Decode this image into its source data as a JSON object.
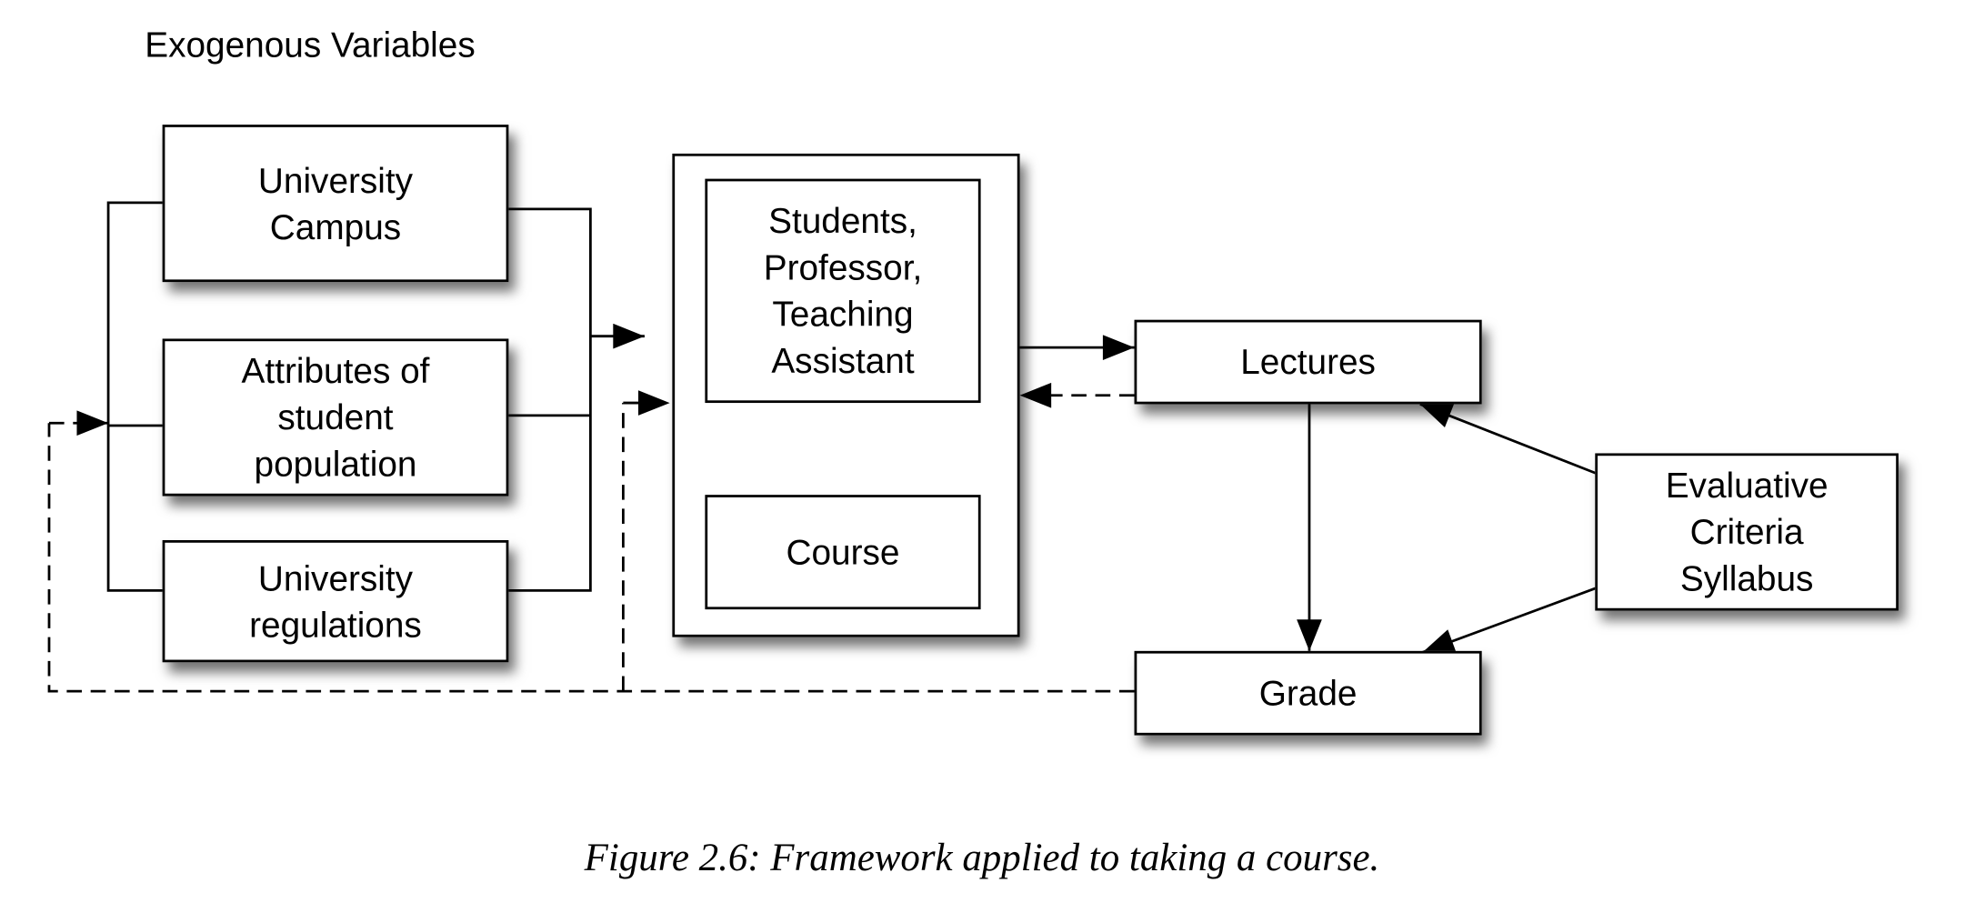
{
  "diagram": {
    "heading": "Exogenous Variables",
    "nodes": {
      "university_campus": "University\nCampus",
      "attributes_student_population": "Attributes of\nstudent\npopulation",
      "university_regulations": "University\nregulations",
      "students_professor_ta": "Students,\nProfessor,\nTeaching\nAssistant",
      "course": "Course",
      "lectures": "Lectures",
      "evaluative_criteria": "Evaluative\nCriteria\nSyllabus",
      "grade": "Grade"
    },
    "caption": "Figure 2.6: Framework applied to taking a course."
  }
}
